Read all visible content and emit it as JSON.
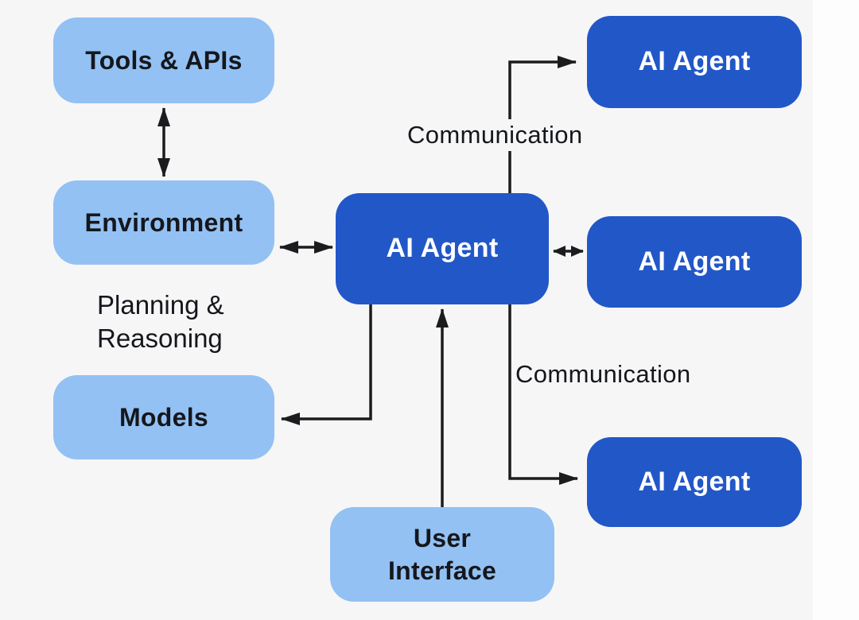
{
  "nodes": {
    "tools_apis": {
      "label": "Tools & APIs",
      "style": "light"
    },
    "environment": {
      "label": "Environment",
      "style": "light"
    },
    "models": {
      "label": "Models",
      "style": "light"
    },
    "user_interface": {
      "label": "User\nInterface",
      "style": "light"
    },
    "agent_center": {
      "label": "AI Agent",
      "style": "dark"
    },
    "agent_top_right": {
      "label": "AI Agent",
      "style": "dark"
    },
    "agent_middle_right": {
      "label": "AI Agent",
      "style": "dark"
    },
    "agent_bottom_right": {
      "label": "AI Agent",
      "style": "dark"
    }
  },
  "annotations": {
    "planning_reasoning": "Planning &\nReasoning",
    "communication_top": "Communication",
    "communication_bottom": "Communication"
  },
  "edges": [
    {
      "from": "tools_apis",
      "to": "environment",
      "type": "bidirectional"
    },
    {
      "from": "environment",
      "to": "agent_center",
      "type": "bidirectional"
    },
    {
      "from": "agent_center",
      "to": "agent_middle_right",
      "type": "bidirectional"
    },
    {
      "from": "agent_center",
      "to": "models",
      "type": "directed"
    },
    {
      "from": "user_interface",
      "to": "agent_center",
      "type": "directed"
    },
    {
      "from": "agent_center",
      "to": "agent_top_right",
      "type": "directed",
      "label": "Communication"
    },
    {
      "from": "agent_center",
      "to": "agent_bottom_right",
      "type": "directed",
      "label": "Communication"
    }
  ],
  "colors": {
    "background": "#f6f6f7",
    "page_margin": "#fdfdfe",
    "node_light": "#93c1f3",
    "node_dark": "#2257c8",
    "node_light_text": "#15171c",
    "node_dark_text": "#ffffff",
    "arrow": "#1b1c1e"
  }
}
